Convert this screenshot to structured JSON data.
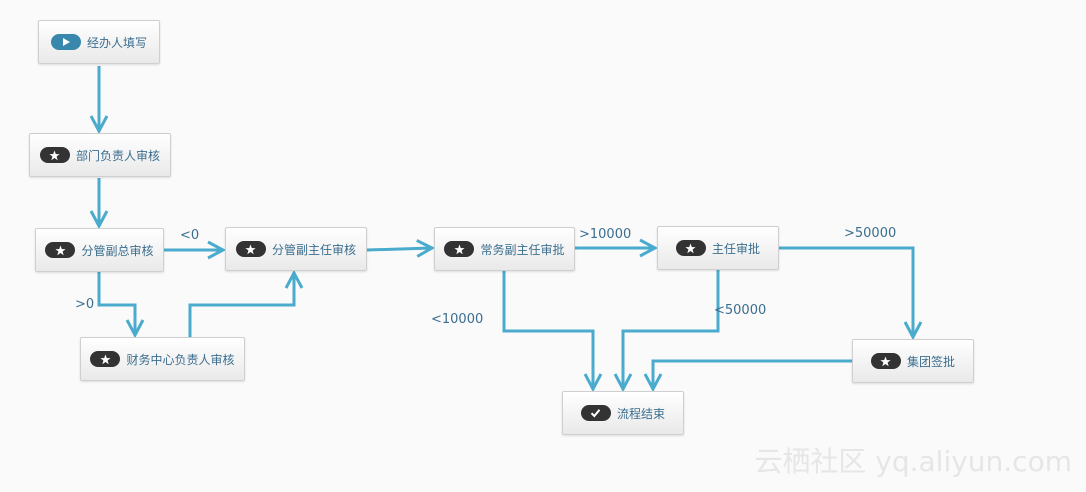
{
  "colors": {
    "edge": "#4aabcc",
    "label": "#3b6e8f",
    "badge": "#333333",
    "start_badge": "#3a87ad"
  },
  "nodes": {
    "start": {
      "label": "经办人填写",
      "icon": "play-icon"
    },
    "dept_head": {
      "label": "部门负责人审核",
      "icon": "star-icon"
    },
    "vp_general": {
      "label": "分管副总审核",
      "icon": "star-icon"
    },
    "vp_director": {
      "label": "分管副主任审核",
      "icon": "star-icon"
    },
    "finance": {
      "label": "财务中心负责人审核",
      "icon": "star-icon"
    },
    "exec_vp": {
      "label": "常务副主任审批",
      "icon": "star-icon"
    },
    "director": {
      "label": "主任审批",
      "icon": "star-icon"
    },
    "group": {
      "label": "集团签批",
      "icon": "star-icon"
    },
    "end": {
      "label": "流程结束",
      "icon": "check-icon"
    }
  },
  "edge_labels": {
    "lt0": "<0",
    "gt0": ">0",
    "gt10000": ">10000",
    "lt10000": "<10000",
    "gt50000": ">50000",
    "lt50000": "<50000"
  },
  "watermark": "云栖社区 yq.aliyun.com"
}
